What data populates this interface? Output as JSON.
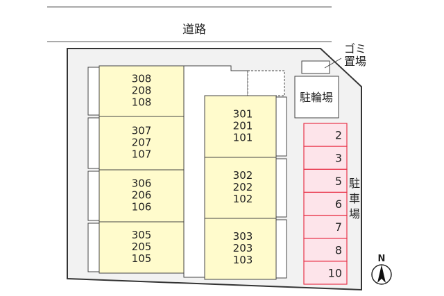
{
  "road_label": "道路",
  "garbage_label_line1": "ゴミ",
  "garbage_label_line2": "置場",
  "bicycle_parking_label": "駐輪場",
  "parking_label_chars": [
    "駐",
    "車",
    "場"
  ],
  "north_label": "N",
  "left_building_units": [
    [
      "308",
      "208",
      "108"
    ],
    [
      "307",
      "207",
      "107"
    ],
    [
      "306",
      "206",
      "106"
    ],
    [
      "305",
      "205",
      "105"
    ]
  ],
  "right_building_units": [
    [
      "301",
      "201",
      "101"
    ],
    [
      "302",
      "202",
      "102"
    ],
    [
      "303",
      "203",
      "103"
    ]
  ],
  "parking_spaces": [
    "2",
    "3",
    "5",
    "6",
    "7",
    "8",
    "10"
  ],
  "colors": {
    "unit_fill": "#fffbcc",
    "parking_fill": "#fde4ea",
    "parking_stroke": "#e8344a",
    "lot_fill": "#f2f2f2"
  }
}
